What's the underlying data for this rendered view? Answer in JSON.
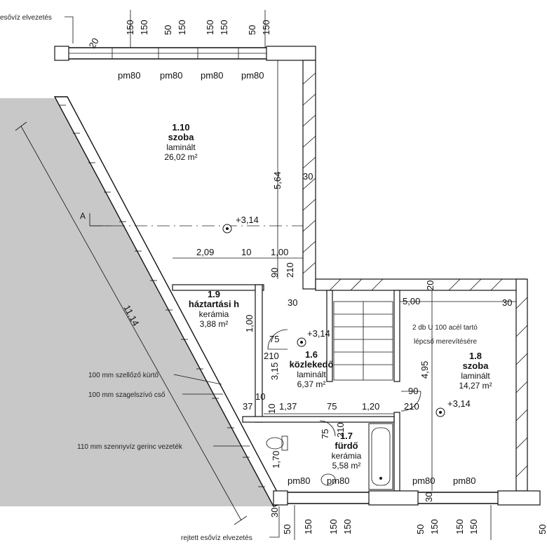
{
  "rooms": [
    {
      "number": "1.10",
      "name": "szoba",
      "material": "laminált",
      "area": "26,02 m²"
    },
    {
      "number": "1.9",
      "name": "háztartási h",
      "material": "kerámia",
      "area": "3,88 m²"
    },
    {
      "number": "1.6",
      "name": "közlekedő",
      "material": "laminált",
      "area": "6,37 m²"
    },
    {
      "number": "1.8",
      "name": "szoba",
      "material": "laminált",
      "area": "14,27 m²"
    },
    {
      "number": "1.7",
      "name": "fürdő",
      "material": "kerámia",
      "area": "5,58 m²"
    }
  ],
  "windows": {
    "label": "pm80"
  },
  "levels": {
    "main": "+3,14"
  },
  "dimensions": {
    "top": [
      "150",
      "150",
      "50",
      "150",
      "150",
      "150",
      "50",
      "150"
    ],
    "bottom": [
      "50",
      "150",
      "150",
      "150",
      "50",
      "150",
      "150",
      "150",
      "50"
    ],
    "d_209": "2,09",
    "d_10a": "10",
    "d_100a": "1,00",
    "d_90a": "90",
    "d_210a": "210",
    "d_564": "5,64",
    "d_30a": "30",
    "d_30b": "30",
    "d_30c": "30",
    "d_30d": "30",
    "d_30e": "30",
    "d_500": "5,00",
    "d_20": "20",
    "d_20b": "20",
    "d_100b": "1,00",
    "d_75a": "75",
    "d_210b": "210",
    "d_315": "3,15",
    "d_495": "4,95",
    "d_90b": "90",
    "d_37": "37",
    "d_10b": "10",
    "d_137": "1,37",
    "d_75b": "75",
    "d_120": "1,20",
    "d_210c": "210",
    "d_75c": "75",
    "d_210d": "210",
    "d_170": "1,70",
    "d_1114": "11,14",
    "d_10c": "10"
  },
  "annotations": {
    "rain_top": "esővíz elvezetés",
    "rain_bottom": "rejtett esővíz elvezetés",
    "vent": "100 mm szellőző kürtő",
    "exhaust": "100 mm szagelszívó cső",
    "sewer": "110 mm szennyvíz gerinc vezeték",
    "beam_line1": "2 db U 100 acél tartó",
    "beam_line2": "lépcső merevítésére",
    "section": "A"
  }
}
